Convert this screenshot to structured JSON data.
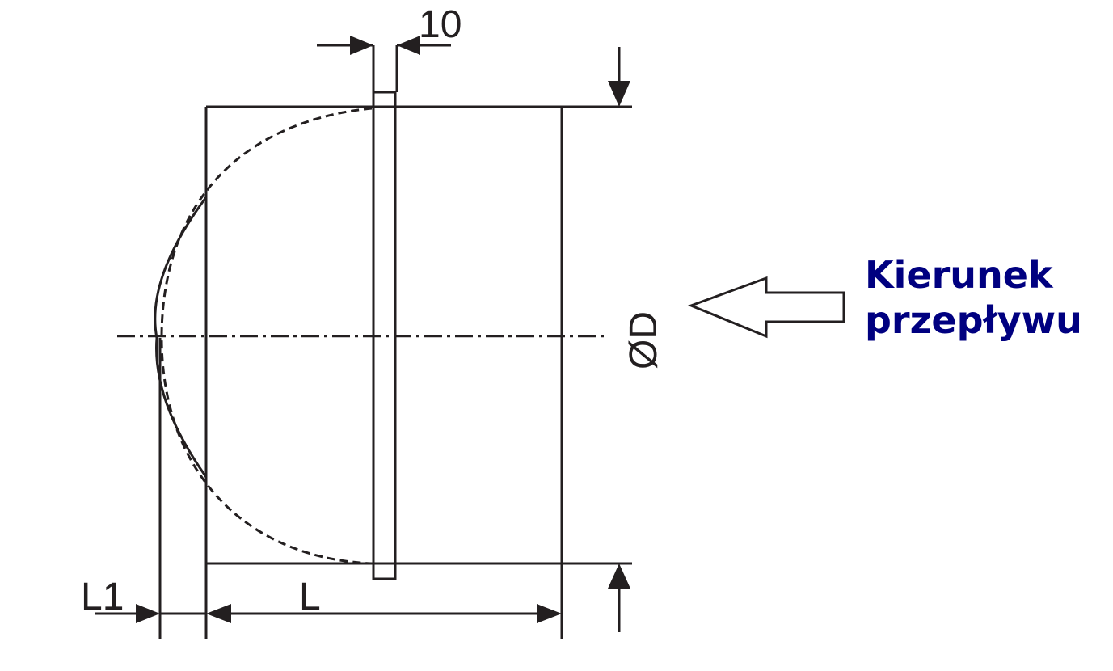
{
  "dimensions": {
    "blade_thickness": "10",
    "diameter": "ØD",
    "length": "L",
    "overhang": "L1"
  },
  "flow_label": {
    "line1": "Kierunek",
    "line2": "przepływu"
  },
  "colors": {
    "line": "#231f20",
    "flow_text": "#000080",
    "background": "#ffffff"
  }
}
